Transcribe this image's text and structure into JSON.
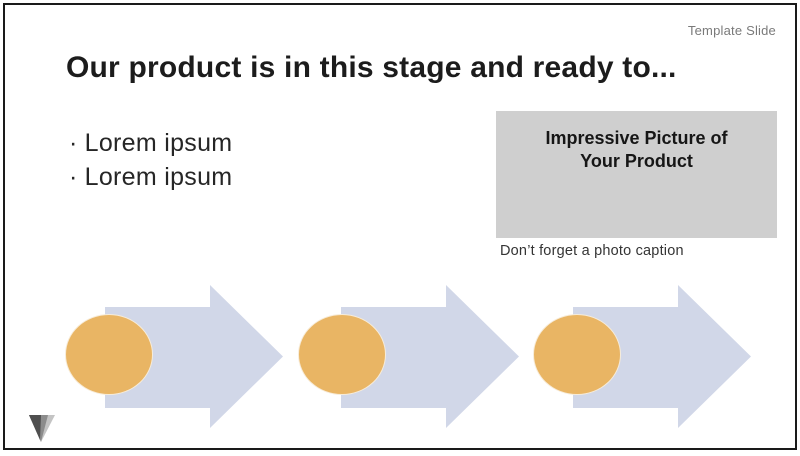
{
  "slide": {
    "corner_label": "Template Slide",
    "title": {
      "prefix": "Our ",
      "emphasis": "product",
      "suffix": " is in this stage and ready to..."
    },
    "bullet_marker": "·",
    "bullets": [
      "Lorem ipsum",
      "Lorem ipsum"
    ],
    "placeholder": {
      "label": "Impressive Picture of Your Product",
      "caption": "Don’t forget a photo caption"
    },
    "process": {
      "steps": [
        "step-1",
        "step-2",
        "step-3"
      ]
    },
    "colors": {
      "border": "#1a1a1a",
      "corner_label": "#7a7a7a",
      "placeholder_bg": "#cfcfcf",
      "arrow": "#d1d7e8",
      "circle": "#e9b564",
      "circle_rim": "#f7ecd9",
      "logo_dark": "#4f4f4f",
      "logo_mid": "#8c8c8c",
      "logo_light": "#c4c4c4"
    }
  }
}
